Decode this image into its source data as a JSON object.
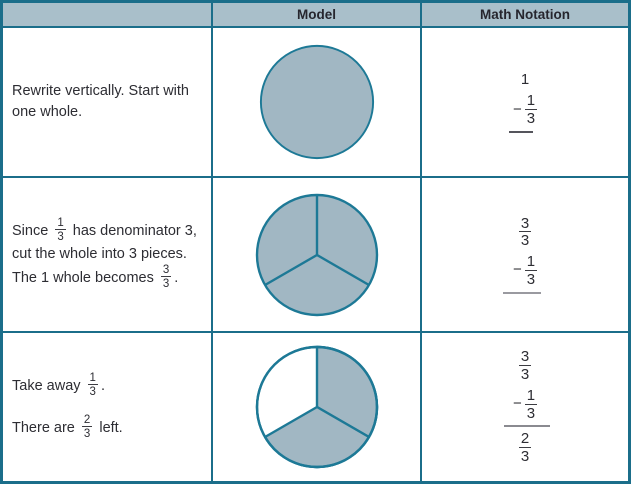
{
  "title": "Subtracting one third from one whole - model table",
  "header": {
    "col_blank": "",
    "col_model": "Model",
    "col_math": "Math Notation"
  },
  "colors": {
    "border_teal": "#1b6e8a",
    "header_bg": "#a9bfca",
    "pie_fill": "#a1b7c3",
    "pie_stroke": "#1d7996",
    "text": "#2d2d33"
  },
  "rows": [
    {
      "text": {
        "p1": "Rewrite vertically. Start with one whole."
      },
      "model": {
        "type": "pie",
        "pieces": 1,
        "shaded": 1,
        "description": "one whole circle fully shaded"
      },
      "math": {
        "line1": "1",
        "minus": "−",
        "frac2": {
          "num": "1",
          "den": "3"
        }
      }
    },
    {
      "text": {
        "p1": "Since",
        "f1": {
          "num": "1",
          "den": "3"
        },
        "p2": "has denominator 3, cut the whole into 3 pieces. The 1 whole becomes",
        "f2": {
          "num": "3",
          "den": "3"
        },
        "p3": "."
      },
      "model": {
        "type": "pie",
        "pieces": 3,
        "shaded": 3,
        "description": "circle cut into 3 equal pieces, all shaded"
      },
      "math": {
        "frac1": {
          "num": "3",
          "den": "3"
        },
        "minus": "−",
        "frac2": {
          "num": "1",
          "den": "3"
        }
      }
    },
    {
      "text": {
        "p1": "Take away",
        "f1": {
          "num": "1",
          "den": "3"
        },
        "p2": ".",
        "p3": "There are",
        "f2": {
          "num": "2",
          "den": "3"
        },
        "p4": "left."
      },
      "model": {
        "type": "pie",
        "pieces": 3,
        "shaded": 2,
        "description": "circle cut into 3 pieces, two shaded, upper-left piece removed"
      },
      "math": {
        "frac1": {
          "num": "3",
          "den": "3"
        },
        "minus": "−",
        "frac2": {
          "num": "1",
          "den": "3"
        },
        "result": {
          "num": "2",
          "den": "3"
        }
      }
    }
  ]
}
